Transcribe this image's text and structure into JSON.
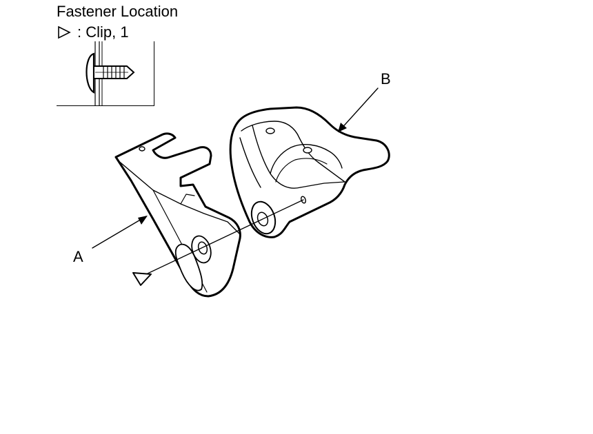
{
  "legend": {
    "title": "Fastener Location",
    "clip_separator": ": Clip, 1"
  },
  "callouts": {
    "a": "A",
    "b": "B"
  },
  "icons": {
    "clip_symbol": "triangle-outline-icon",
    "clip_detail": "push-clip-icon"
  },
  "colors": {
    "line": "#000000",
    "background": "#ffffff"
  }
}
